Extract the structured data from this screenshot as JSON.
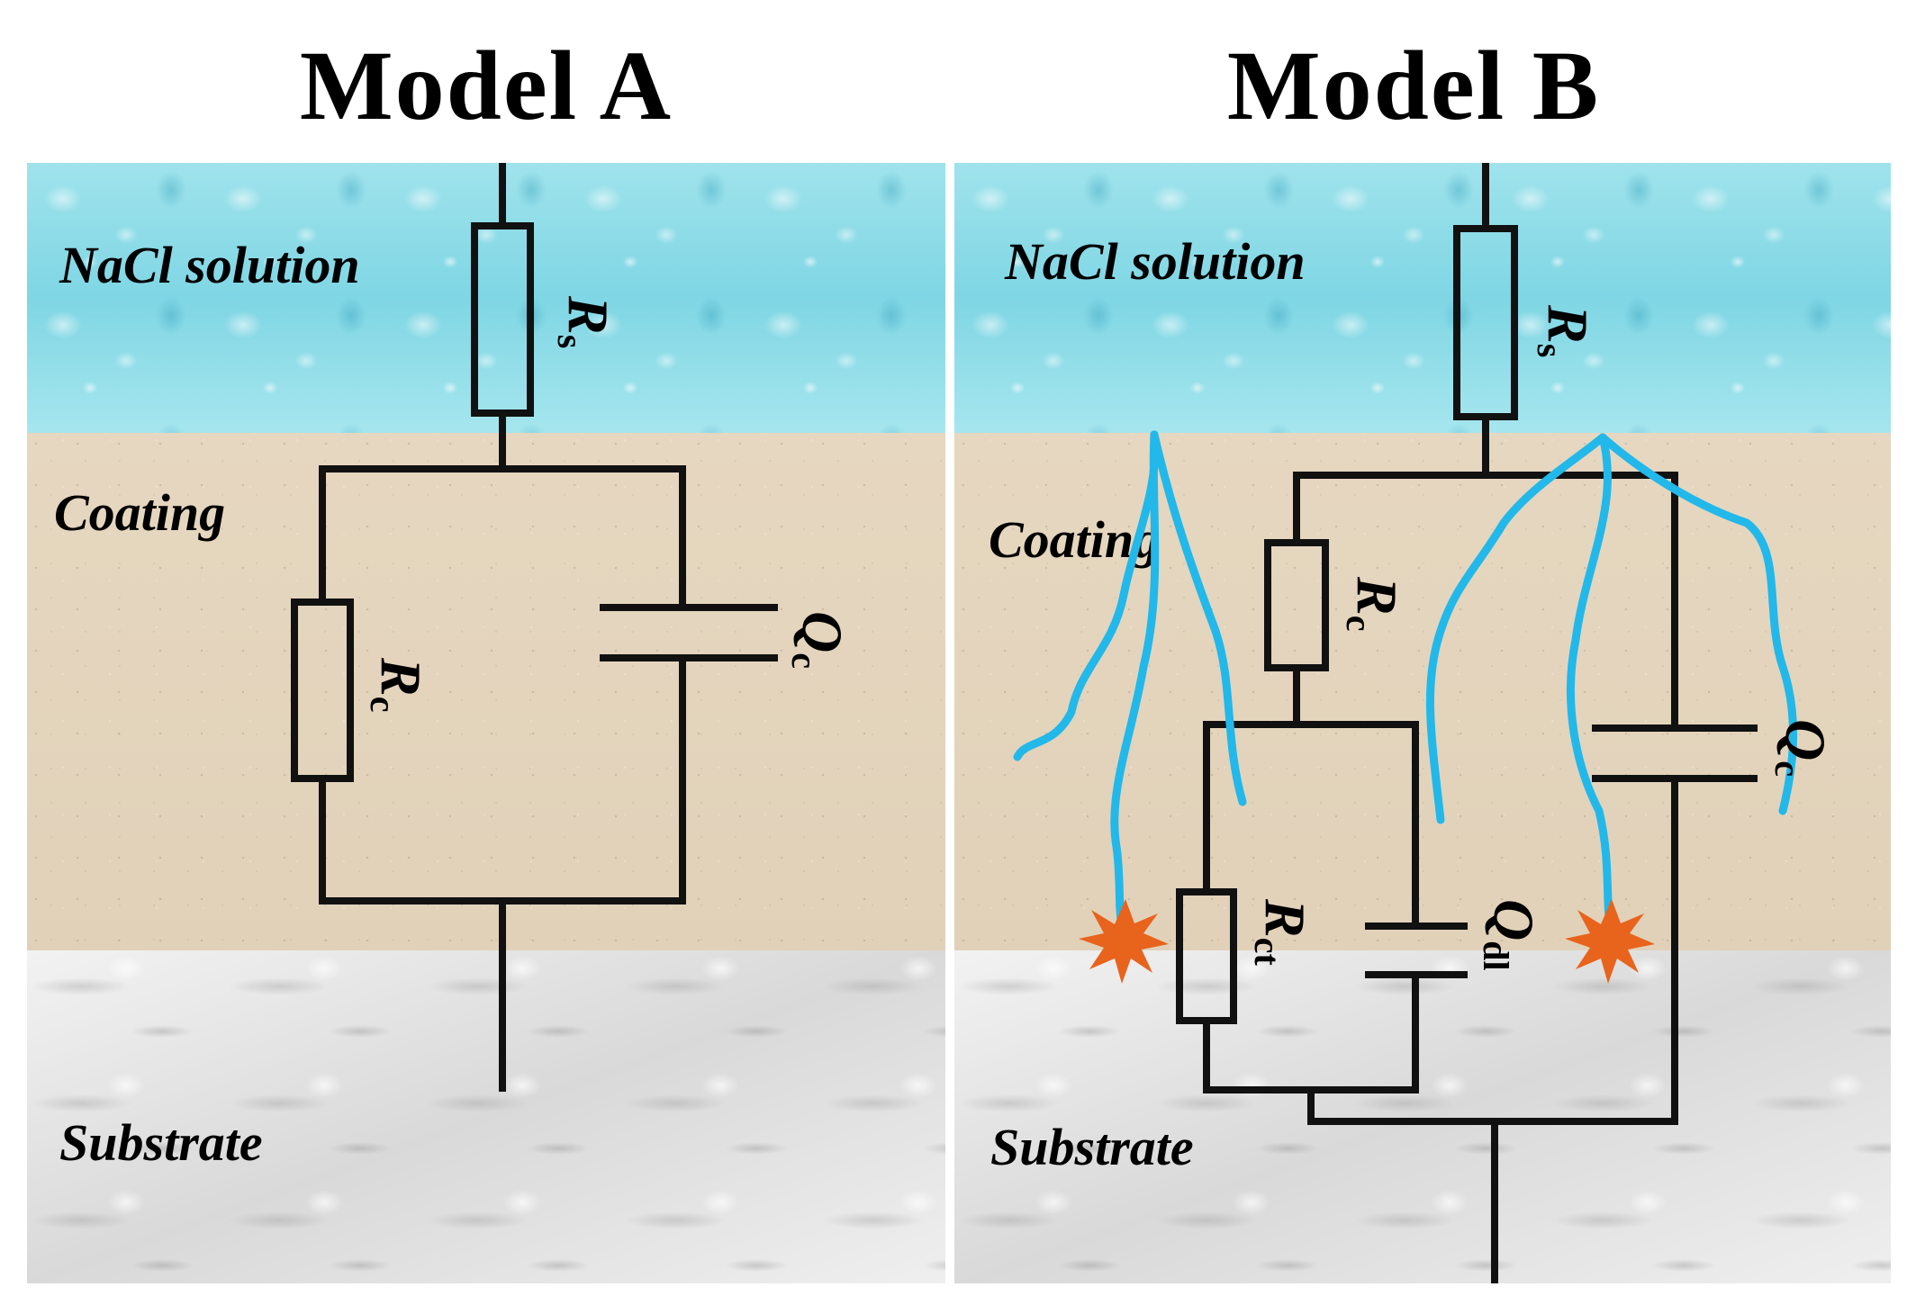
{
  "figure": {
    "model_a": {
      "title": "Model  A",
      "layers": {
        "solution": "NaCl solution",
        "coating": "Coating",
        "substrate": "Substrate"
      },
      "components": [
        {
          "id": "rs",
          "symbol": "R",
          "subscript": "s",
          "kind": "resistor"
        },
        {
          "id": "rc",
          "symbol": "R",
          "subscript": "c",
          "kind": "resistor"
        },
        {
          "id": "qc",
          "symbol": "Q",
          "subscript": "c",
          "kind": "cpe"
        }
      ]
    },
    "model_b": {
      "title": "Model  B",
      "layers": {
        "solution": "NaCl solution",
        "coating": "Coating",
        "substrate": "Substrate"
      },
      "components": [
        {
          "id": "rs",
          "symbol": "R",
          "subscript": "s",
          "kind": "resistor"
        },
        {
          "id": "rc",
          "symbol": "R",
          "subscript": "c",
          "kind": "resistor"
        },
        {
          "id": "rct",
          "symbol": "R",
          "subscript": "ct",
          "kind": "resistor"
        },
        {
          "id": "qdl",
          "symbol": "Q",
          "subscript": "dl",
          "kind": "cpe"
        },
        {
          "id": "qc",
          "symbol": "Q",
          "subscript": "c",
          "kind": "cpe"
        }
      ]
    }
  },
  "colors": {
    "wire": "#111111",
    "solution": "#8ddbe6",
    "coating": "#e3d4bd",
    "substrate": "#e6e6e6",
    "crack": "#22b8ea",
    "corrosion_spot": "#e8631c"
  }
}
